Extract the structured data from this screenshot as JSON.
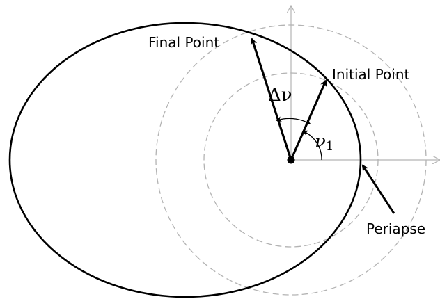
{
  "labels": {
    "final_point": "Final Point",
    "initial_point": "Initial Point",
    "periapse": "Periapse",
    "delta_nu": "Δν",
    "nu_one_symbol": "ν",
    "nu_one_subscript": "1"
  },
  "colors": {
    "orbit": "#000000",
    "axes": "#b3b3b3",
    "reference_circles": "#b3b3b3",
    "vectors": "#000000"
  }
}
